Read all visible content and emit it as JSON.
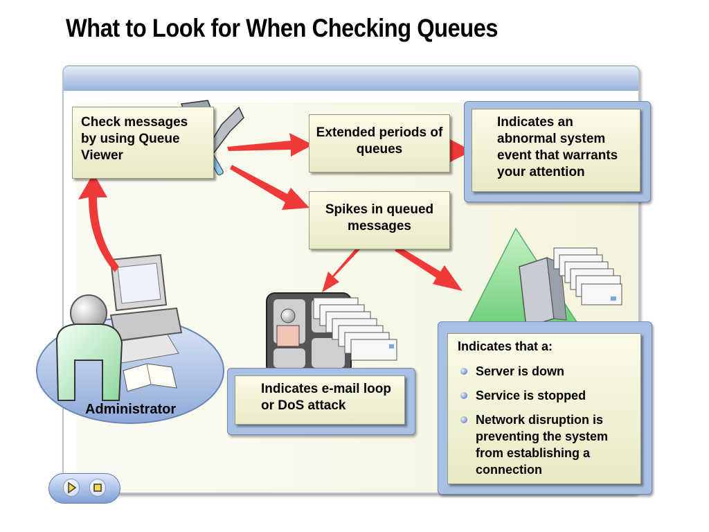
{
  "title": "What to Look for When Checking Queues",
  "boxes": {
    "check_messages": "Check messages by using Queue Viewer",
    "extended_periods": "Extended periods of queues",
    "spikes": "Spikes in queued messages",
    "abnormal_event": "Indicates an abnormal system event that warrants your attention",
    "email_loop": "Indicates e-mail loop or DoS attack"
  },
  "server_box": {
    "heading": "Indicates that a:",
    "items": [
      "Server is down",
      "Service is stopped",
      "Network disruption is preventing the system from establishing a connection"
    ]
  },
  "admin_label": "Administrator",
  "icons": [
    "tools-icon",
    "computer-icon",
    "admin-person-icon",
    "book-icon",
    "warning-server-icon",
    "mail-stack-icon",
    "play-icon",
    "stop-icon"
  ],
  "colors": {
    "arrow": "#f03a3a",
    "box_fill": "#f4f4da",
    "frame": "#a9bfe4",
    "panel_bar": "#9bb4dc"
  }
}
